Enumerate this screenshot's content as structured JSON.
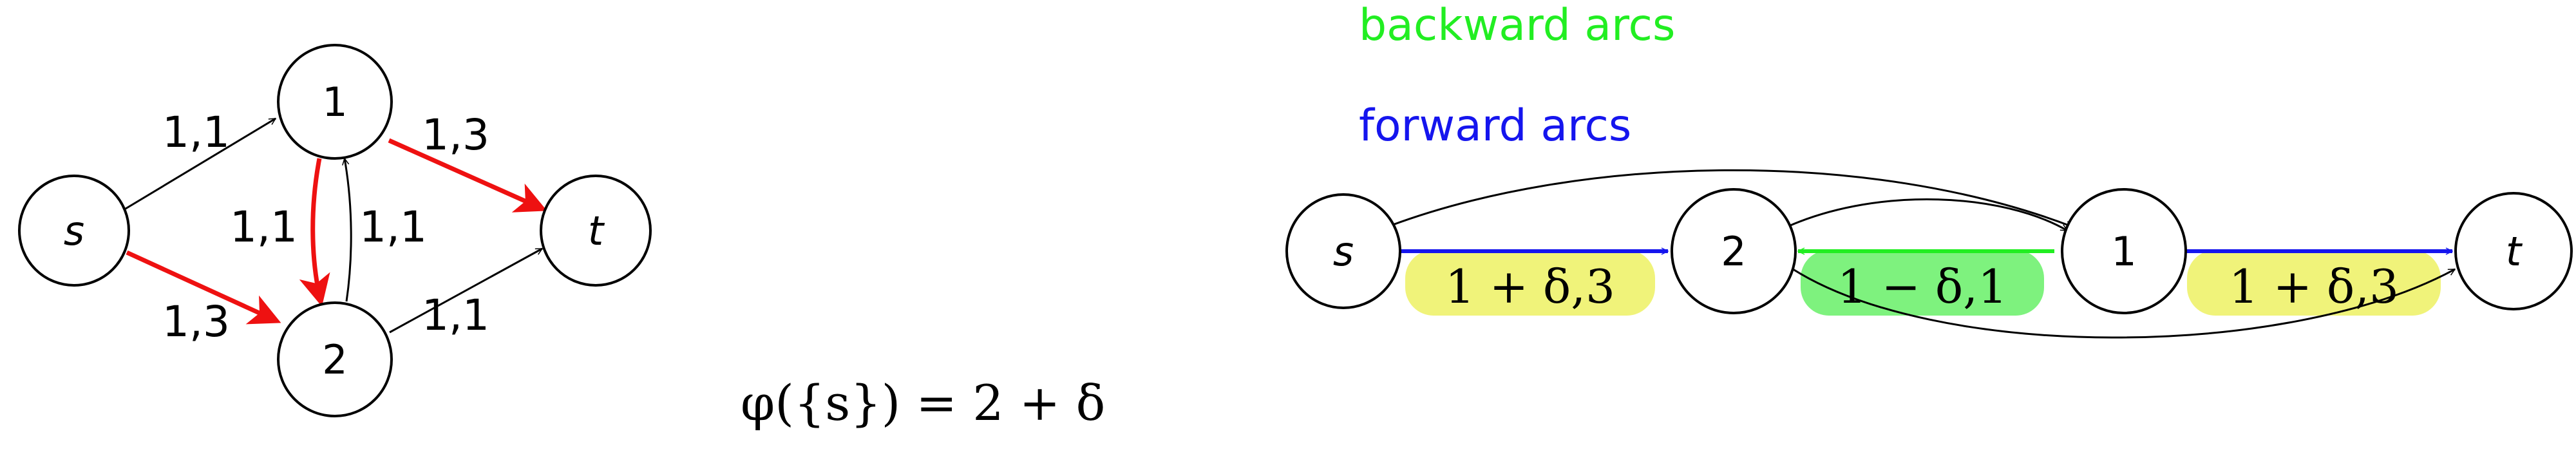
{
  "left_graph": {
    "nodes": {
      "s": "s",
      "n1": "1",
      "n2": "2",
      "t": "t"
    },
    "edge_labels": {
      "s_1": "1,1",
      "one_t": "1,3",
      "one_2": "1,1",
      "two_1": "1,1",
      "s_2": "1,3",
      "two_t": "1,1"
    },
    "formula": "φ({s}) = 2 + δ"
  },
  "right_graph": {
    "legend": {
      "backward": "backward arcs",
      "forward": "forward arcs"
    },
    "nodes": {
      "s": "s",
      "n2": "2",
      "n1": "1",
      "t": "t"
    },
    "arc_labels": {
      "s_2": "1 + δ,3",
      "one_2": "1 − δ,1",
      "one_t": "1 + δ,3"
    }
  },
  "colors": {
    "red": "#ee1111",
    "blue": "#1515ee",
    "green": "#22ee22",
    "yellow_highlight": "#f0f37a",
    "green_highlight": "#7ef27e",
    "black": "#000000"
  }
}
